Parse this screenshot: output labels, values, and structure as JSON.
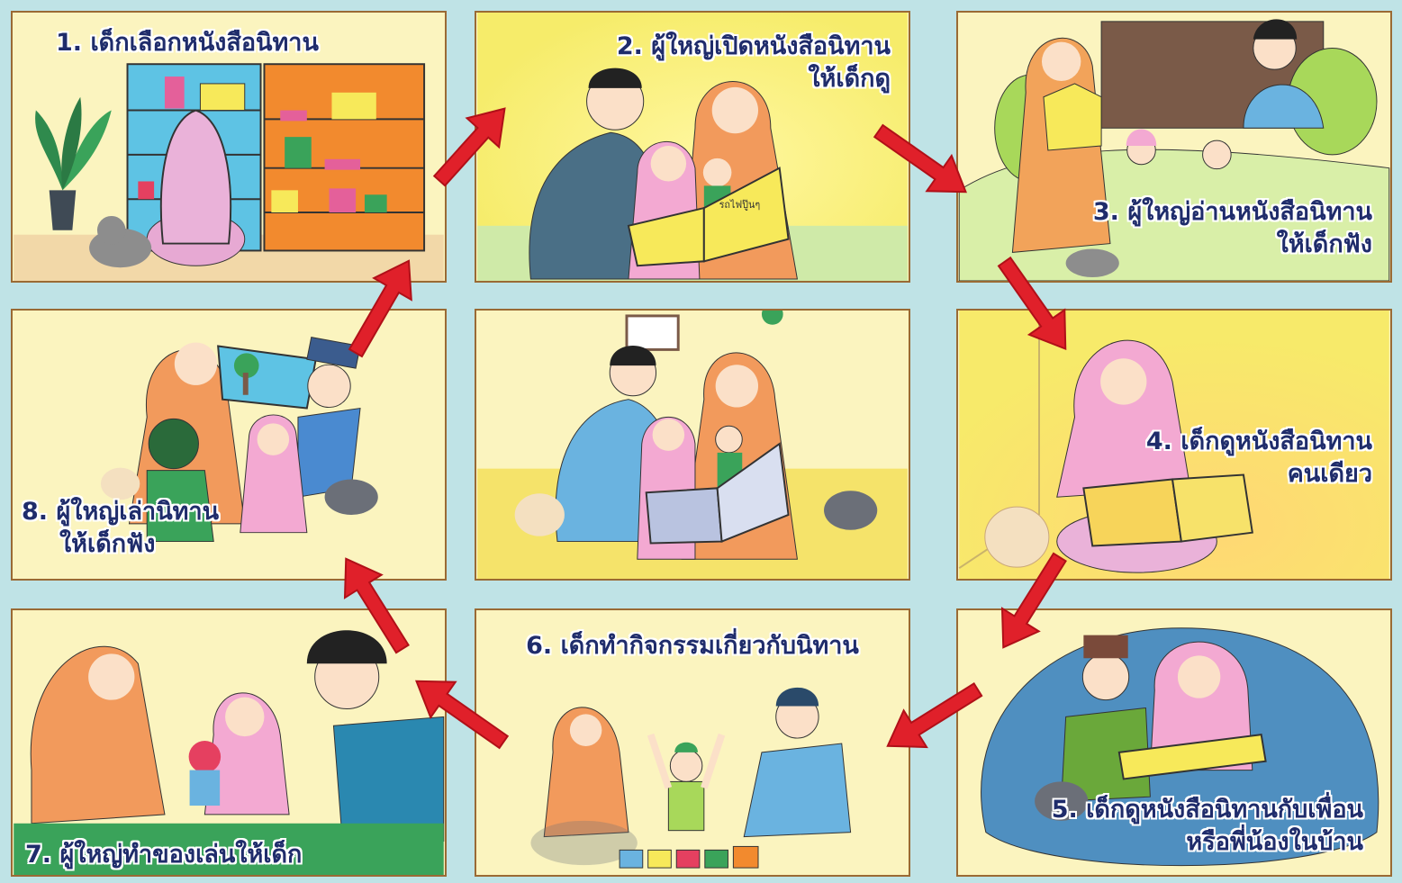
{
  "steps": [
    {
      "number": "1.",
      "lines": [
        "เด็กเลือกหนังสือนิทาน"
      ]
    },
    {
      "number": "2.",
      "lines": [
        "ผู้ใหญ่เปิดหนังสือนิทาน",
        "ให้เด็กดู"
      ]
    },
    {
      "number": "3.",
      "lines": [
        "ผู้ใหญ่อ่านหนังสือนิทาน",
        "ให้เด็กฟัง"
      ]
    },
    {
      "number": "4.",
      "lines": [
        "เด็กดูหนังสือนิทาน",
        "คนเดียว"
      ]
    },
    {
      "number": "5.",
      "lines": [
        "เด็กดูหนังสือนิทานกับเพื่อน",
        "หรือพี่น้องในบ้าน"
      ]
    },
    {
      "number": "6.",
      "lines": [
        "เด็กทำกิจกรรมเกี่ยวกับนิทาน"
      ]
    },
    {
      "number": "7.",
      "lines": [
        "ผู้ใหญ่ทำของเล่นให้เด็ก"
      ]
    },
    {
      "number": "8.",
      "lines": [
        "ผู้ใหญ่เล่านิทาน",
        "ให้เด็กฟัง"
      ]
    }
  ],
  "book_cover_text": "รถไฟปู๊นๆ",
  "colors": {
    "background": "#bfe3e6",
    "panel_fill": "#fbf4bf",
    "panel_border": "#9a6a34",
    "label_text": "#1f2c6b",
    "arrow": "#e0202a"
  },
  "arrows": [
    "step1-to-step2",
    "step2-to-step3",
    "step3-to-step4",
    "step4-to-step5",
    "step5-to-step6",
    "step6-to-step7",
    "step7-to-step8",
    "step8-to-step1"
  ]
}
